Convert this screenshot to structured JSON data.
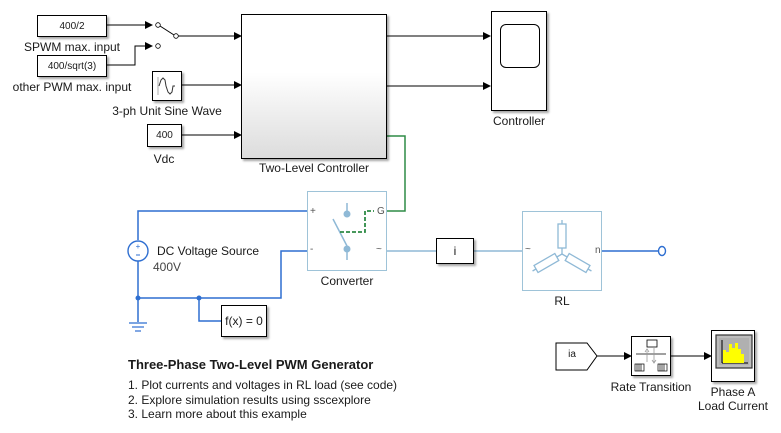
{
  "model": {
    "title": "Three-Phase Two-Level PWM Generator",
    "annotation_links": [
      "1. Plot currents and voltages in RL load (see code)",
      "2. Explore simulation results using sscexplore",
      "3. Learn more about this example"
    ]
  },
  "blocks": {
    "const_spwm": {
      "value": "400/2",
      "label": "SPWM max. input"
    },
    "const_other": {
      "value": "400/sqrt(3)",
      "label": "other PWM max. input"
    },
    "sine_wave": {
      "label": "3-ph Unit Sine Wave"
    },
    "const_vdc": {
      "value": "400",
      "label": "Vdc"
    },
    "two_level_controller": {
      "label": "Two-Level Controller"
    },
    "scope_controller": {
      "label": "Controller"
    },
    "dc_source": {
      "label": "DC Voltage Source",
      "value": "400V",
      "plus": "+",
      "minus": "-"
    },
    "converter": {
      "label": "Converter",
      "port_plus": "+",
      "port_minus": "-",
      "port_g": "G",
      "port_ac": "~"
    },
    "solver": {
      "value": "f(x) = 0"
    },
    "current_sensor": {
      "value": "i"
    },
    "rl_load": {
      "label": "RL",
      "port_ac": "~",
      "port_n": "n"
    },
    "goto_ia": {
      "value": "ia"
    },
    "rate_transition": {
      "label": "Rate Transition"
    },
    "scope_phase_a": {
      "label": "Phase A\nLoad Current",
      "label_line1": "Phase A",
      "label_line2": "Load Current"
    }
  },
  "colors": {
    "signal": "#000000",
    "electrical": "#2f6fd1",
    "electrical_light": "#8fb9d6",
    "control_green": "#2e8b46",
    "scope_bar": "#ffff00"
  }
}
